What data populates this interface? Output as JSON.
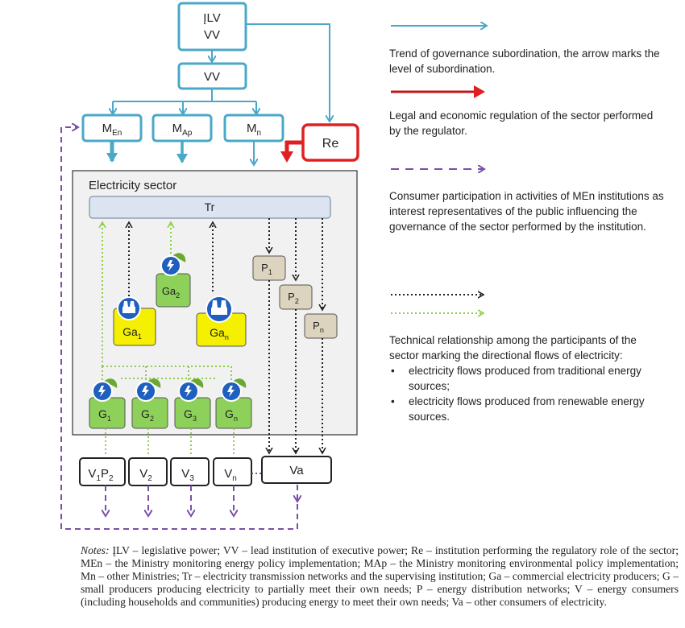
{
  "diagram": {
    "nodes": {
      "jlv": [
        "ĮLV",
        "VV"
      ],
      "vv": "VV",
      "men": {
        "base": "M",
        "sub": "En"
      },
      "map": {
        "base": "M",
        "sub": "Ap"
      },
      "mn": {
        "base": "M",
        "sub": "n"
      },
      "re": "Re",
      "sector_label": "Electricity sector",
      "tr": "Tr",
      "p1": {
        "base": "P",
        "sub": "1"
      },
      "p2": {
        "base": "P",
        "sub": "2"
      },
      "pn": {
        "base": "P",
        "sub": "n"
      },
      "ga1": {
        "base": "Ga",
        "sub": "1"
      },
      "ga2": {
        "base": "Ga",
        "sub": "2"
      },
      "gan": {
        "base": "Ga",
        "sub": "n"
      },
      "g1": {
        "base": "G",
        "sub": "1"
      },
      "g2": {
        "base": "G",
        "sub": "2"
      },
      "g3": {
        "base": "G",
        "sub": "3"
      },
      "gn": {
        "base": "G",
        "sub": "n"
      },
      "v1p2": {
        "a": "V",
        "a_sub": "1",
        "b": "P",
        "b_sub": "2"
      },
      "v2": {
        "base": "V",
        "sub": "2"
      },
      "v3": {
        "base": "V",
        "sub": "3"
      },
      "vn": {
        "base": "V",
        "sub": "n"
      },
      "va": "Va"
    },
    "icons": {
      "renewable": "lightning-leaf-icon",
      "traditional": "power-plant-icon"
    },
    "colors": {
      "governance": "#4aa8c8",
      "regulation": "#e02020",
      "participation": "#7b4fa8",
      "traditional_flow": "#222222",
      "renewable_flow": "#8ccf4a",
      "generator_green": "#8dd15a",
      "commercial_yellow": "#f5f000",
      "distribution_tan": "#ddd4c0",
      "tr_bar": "#dbe4f0"
    }
  },
  "legend": {
    "governance": "Trend of governance subordination, the arrow marks the level of subordination.",
    "regulation": "Legal and economic regulation of the sector performed by the regulator.",
    "participation": "Consumer participation in activities of MEn institutions as interest representatives of the public influencing the governance of the sector performed by the institution.",
    "technical": {
      "intro": "Technical relationship among the participants of the sector marking the directional flows of electricity:",
      "items": [
        "electricity flows produced from traditional energy sources;",
        "electricity flows produced from renewable energy sources."
      ]
    }
  },
  "notes": {
    "label": "Notes:",
    "text": "ĮLV – legislative power; VV – lead institution of executive power; Re – institution performing the regulatory role of the sector; MEn – the Ministry monitoring energy policy implementation; MAp – the Ministry monitoring environmental policy implementation; Mn – other Ministries; Tr – electricity transmission networks and the supervising institution; Ga – commercial electricity producers; G – small producers producing electricity to partially meet their own needs; P – energy distribution networks; V – energy consumers (including households and communities) producing energy to meet their own needs; Va – other consumers of electricity."
  }
}
